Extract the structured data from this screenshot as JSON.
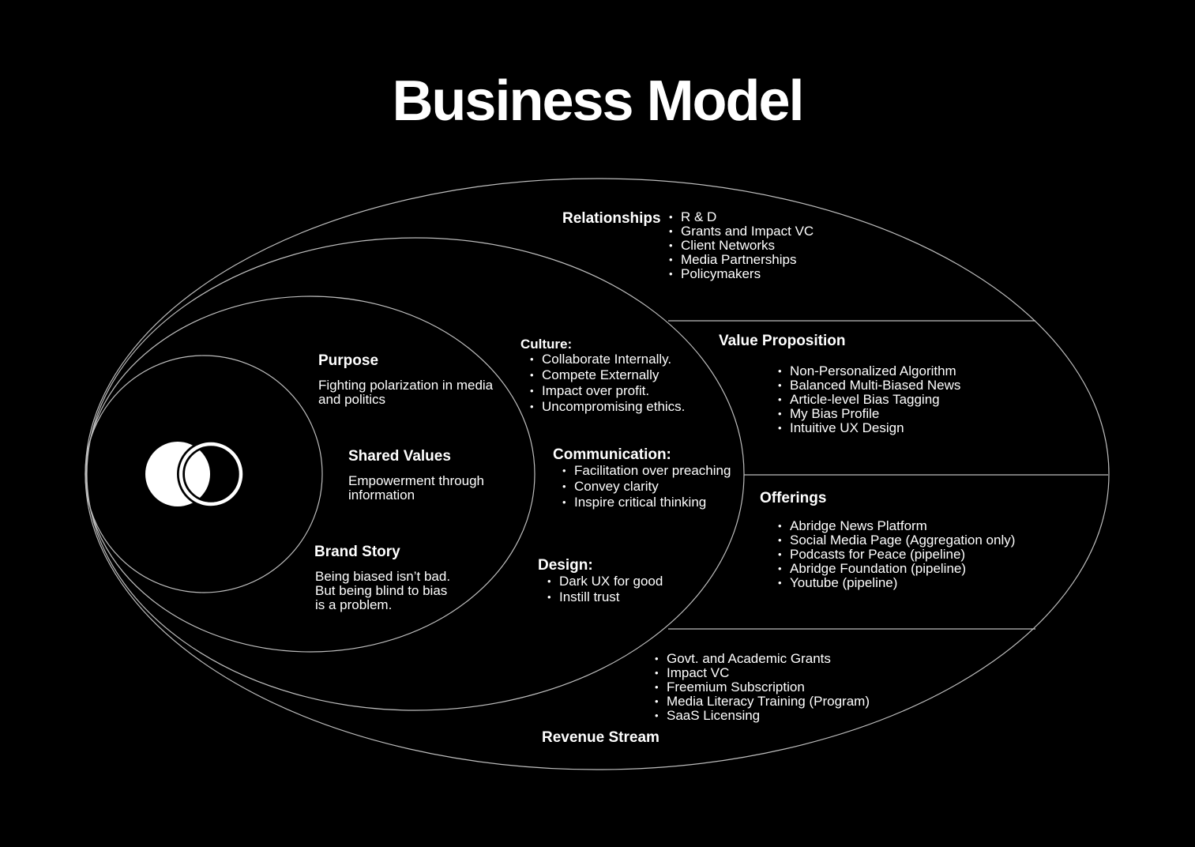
{
  "title": "Business Model",
  "colors": {
    "background": "#000000",
    "foreground": "#ffffff",
    "line": "#bdbdbd"
  },
  "logo": {
    "name": "overlapping-circles-logo"
  },
  "core": {
    "purpose": {
      "heading": "Purpose",
      "text": "Fighting polarization in media and politics"
    },
    "shared_values": {
      "heading": "Shared Values",
      "text": "Empowerment through information"
    },
    "brand_story": {
      "heading": "Brand Story",
      "lines": [
        "Being biased isn’t bad.",
        "But being blind to bias",
        "is a problem."
      ]
    }
  },
  "culture": {
    "heading": "Culture:",
    "items": [
      "Collaborate Internally.",
      "Compete Externally",
      "Impact over profit.",
      "Uncompromising ethics."
    ]
  },
  "communication": {
    "heading": "Communication:",
    "items": [
      "Facilitation over preaching",
      "Convey clarity",
      "Inspire critical thinking"
    ]
  },
  "design": {
    "heading": "Design:",
    "items": [
      "Dark UX for good",
      "Instill trust"
    ]
  },
  "relationships": {
    "heading": "Relationships",
    "items": [
      "R & D",
      "Grants and Impact VC",
      "Client Networks",
      "Media Partnerships",
      "Policymakers"
    ]
  },
  "value_proposition": {
    "heading": "Value Proposition",
    "items": [
      "Non-Personalized Algorithm",
      "Balanced Multi-Biased News",
      "Article-level Bias Tagging",
      "My Bias Profile",
      "Intuitive UX Design"
    ]
  },
  "offerings": {
    "heading": "Offerings",
    "items": [
      "Abridge News Platform",
      "Social Media Page (Aggregation only)",
      "Podcasts for Peace (pipeline)",
      "Abridge Foundation (pipeline)",
      "Youtube (pipeline)"
    ]
  },
  "revenue_stream": {
    "heading": "Revenue Stream",
    "items": [
      "Govt. and Academic Grants",
      "Impact VC",
      "Freemium Subscription",
      "Media Literacy Training (Program)",
      "SaaS Licensing"
    ]
  }
}
